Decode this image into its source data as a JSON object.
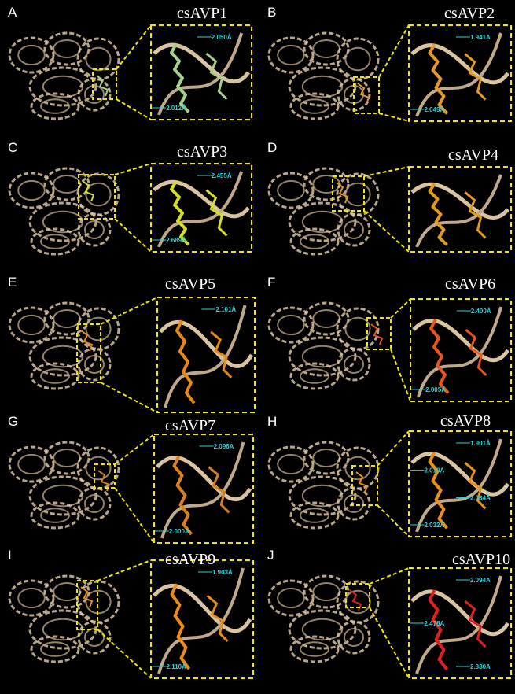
{
  "panels": [
    {
      "letter": "A",
      "title": "csAVP1",
      "ligand_color": "#a8d08a",
      "distances": [
        "2.050Å",
        "2.012Å"
      ]
    },
    {
      "letter": "B",
      "title": "csAVP2",
      "ligand_color": "#e39a2a",
      "distances": [
        "1.941A",
        "2.049A"
      ]
    },
    {
      "letter": "C",
      "title": "csAVP3",
      "ligand_color": "#d4e020",
      "distances": [
        "2.455Å",
        "2.689Å"
      ]
    },
    {
      "letter": "D",
      "title": "csAVP4",
      "ligand_color": "#e29a1c",
      "distances": []
    },
    {
      "letter": "E",
      "title": "csAVP5",
      "ligand_color": "#e68a12",
      "distances": [
        "2.101Å"
      ]
    },
    {
      "letter": "F",
      "title": "csAVP6",
      "ligand_color": "#e8561e",
      "distances": [
        "2.400Å",
        "2.005Å"
      ]
    },
    {
      "letter": "G",
      "title": "csAVP7",
      "ligand_color": "#d9801e",
      "distances": [
        "2.096A",
        "2.000A"
      ]
    },
    {
      "letter": "H",
      "title": "csAVP8",
      "ligand_color": "#e8901a",
      "distances": [
        "1.901Å",
        "2.010Å",
        "2.034Å",
        "2.032Å"
      ]
    },
    {
      "letter": "I",
      "title": "csAVP9",
      "ligand_color": "#ea8d14",
      "distances": [
        "1.903Å",
        "2.110Å"
      ]
    },
    {
      "letter": "J",
      "title": "csAVP10",
      "ligand_color": "#e02020",
      "distances": [
        "2.094A",
        "2.478A",
        "2.380A"
      ]
    }
  ],
  "colors": {
    "background": "#000000",
    "protein": "#d9c3a0",
    "zoom_box": "#f2e600",
    "hbond": "#2fd0d8"
  }
}
